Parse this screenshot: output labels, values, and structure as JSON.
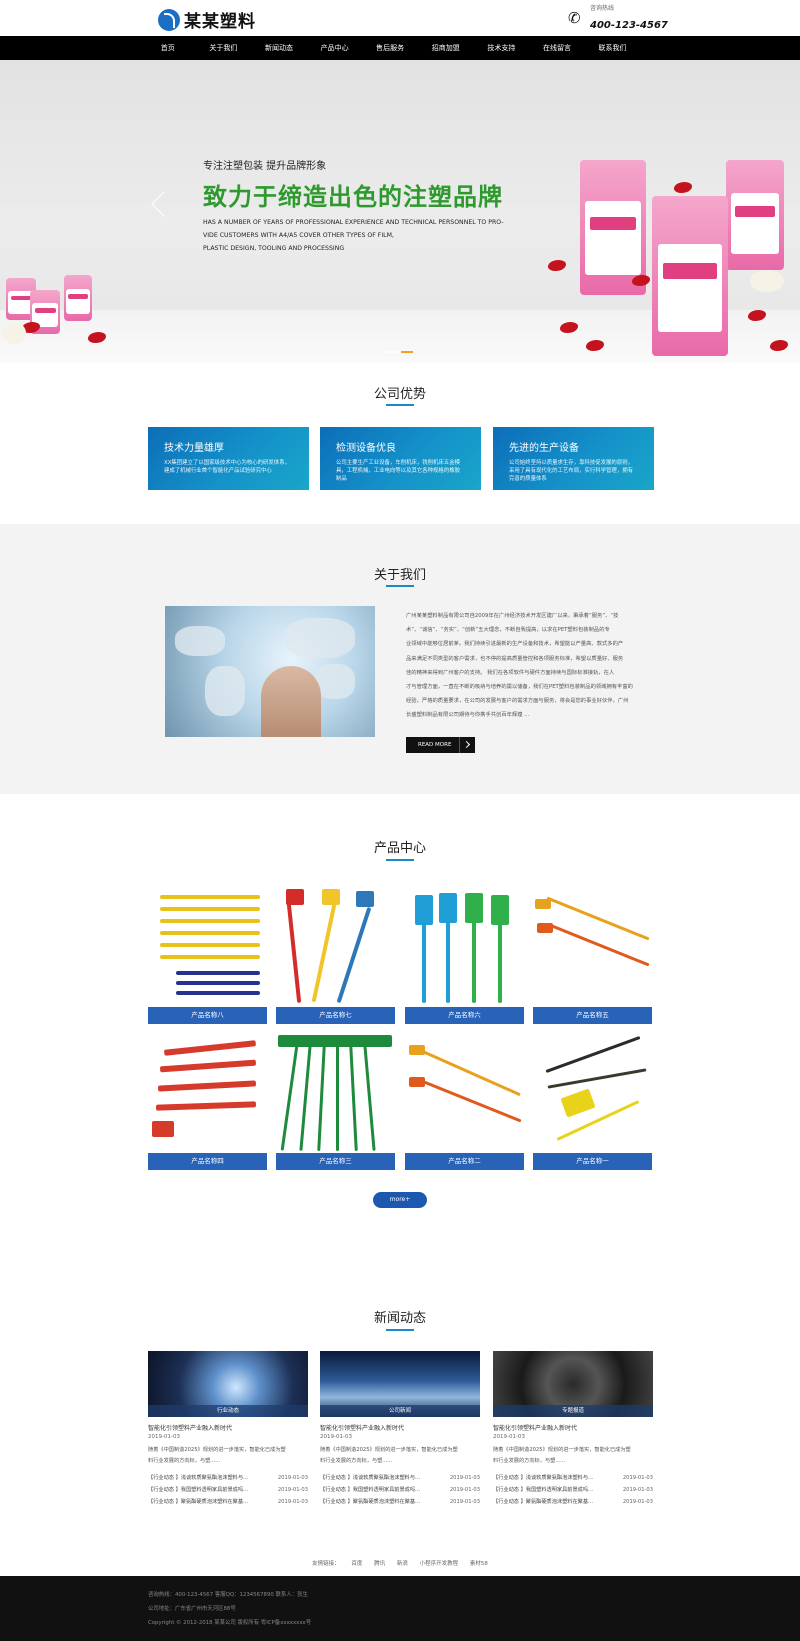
{
  "header": {
    "logo_text": "某某塑料",
    "hotline_label": "咨询热线",
    "hotline_number": "400-123-4567"
  },
  "nav": [
    "首页",
    "关于我们",
    "新闻动态",
    "产品中心",
    "售后服务",
    "招商加盟",
    "技术支持",
    "在线留言",
    "联系我们"
  ],
  "banner": {
    "subtitle": "专注注塑包装    提升品牌形象",
    "title": "致力于缔造出色的注塑品牌",
    "desc_lines": [
      "HAS A NUMBER OF YEARS OF PROFESSIONAL EXPERIENCE AND TECHNICAL PERSONNEL TO PRO-",
      "VIDE CUSTOMERS WITH A4/A5 COVER OTHER TYPES OF FILM,",
      "PLASTIC DESIGN, TOOLING AND PROCESSING"
    ],
    "slide_count": 2,
    "active_slide": 2,
    "accent_color": "#2e9a2e"
  },
  "advantages": {
    "title": "公司优势",
    "cards": [
      {
        "title": "技术力量雄厚",
        "text": "XX集团建立了以国家级技术中心为核心的研发体系，建成了机械行业首个智能化产品试验研究中心"
      },
      {
        "title": "检测设备优良",
        "text": "公司主要生产工业设备，车削机床，铣削机床五金模具，工程机械，工业电向等以及其它各种规格的橡胶制品"
      },
      {
        "title": "先进的生产设备",
        "text": "公司始终坚持以质量求生存，靠科技促发展的原则，采用了具有现代化的工艺布局，实行科学管理，拥有完善的质量体系"
      }
    ]
  },
  "about": {
    "title": "关于我们",
    "lines": [
      "广州某某塑料制品有限公司自2009年在广州经济技术开发区建厂以来，秉承着“服务”、“技",
      "术”、“诚信”、“务实”、“创新”五大理念，不断自我提高，以求在PET塑料包装制品的专",
      "业领域中能够位居前茅。我们持续引进最新的生产设备和技术，希望能以产量高、款式多的产",
      "品来满足不同类型的客户需求，也不停的提高质量管控和各项服务标准，希望以质量好、服务",
      "佳的精神来得到广州客户的支持。   我们在各项软件与硬件方面持续与国际标准接轨，在人",
      "才与管理方面，一直在不断的吸纳与培养的需以储备，我们在PET塑料包装制品的领域拥有丰富的",
      "经验，严格的质量要求，在公司的发展与客户的需求方面与服务，将会是您的事业好伙伴，广州",
      "长盛塑料制品有限公司期待与你携手共创百年辉煌 ..."
    ],
    "read_more": "READ MORE"
  },
  "products": {
    "title": "产品中心",
    "items": [
      "产品名称八",
      "产品名称七",
      "产品名称六",
      "产品名称五",
      "产品名称四",
      "产品名称三",
      "产品名称二",
      "产品名称一"
    ],
    "more_label": "more+"
  },
  "news": {
    "title": "新闻动态",
    "columns": [
      {
        "category": "行业动态",
        "headline": "智能化引领塑料产业融入新时代",
        "date": "2019-01-03",
        "summary_lines": [
          "随着《中国制造2025》规划的进一步落实，智能化已成为塑",
          "料行业发展的方向标，与塑......"
        ],
        "list": [
          {
            "title": "【行业动态 】浅谈软质聚氨酯泡沫塑料与...",
            "date": "2019-01-03"
          },
          {
            "title": "【行业动态 】我国塑料透明家具前景成吗...",
            "date": "2019-01-03"
          },
          {
            "title": "【行业动态 】聚氨酯硬质泡沫塑料在聚基...",
            "date": "2019-01-03"
          }
        ]
      },
      {
        "category": "公司新闻",
        "headline": "智能化引领塑料产业融入新时代",
        "date": "2019-01-03",
        "summary_lines": [
          "随着《中国制造2025》规划的进一步落实，智能化已成为塑",
          "料行业发展的方向标，与塑......"
        ],
        "list": [
          {
            "title": "【行业动态 】浅谈软质聚氨酯泡沫塑料与...",
            "date": "2019-01-03"
          },
          {
            "title": "【行业动态 】我国塑料透明家具前景成吗...",
            "date": "2019-01-03"
          },
          {
            "title": "【行业动态 】聚氨酯硬质泡沫塑料在聚基...",
            "date": "2019-01-03"
          }
        ]
      },
      {
        "category": "专题报道",
        "headline": "智能化引领塑料产业融入新时代",
        "date": "2019-01-03",
        "summary_lines": [
          "随着《中国制造2025》规划的进一步落实，智能化已成为塑",
          "料行业发展的方向标，与塑......"
        ],
        "list": [
          {
            "title": "【行业动态 】浅谈软质聚氨酯泡沫塑料与...",
            "date": "2019-01-03"
          },
          {
            "title": "【行业动态 】我国塑料透明家具前景成吗...",
            "date": "2019-01-03"
          },
          {
            "title": "【行业动态 】聚氨酯硬质泡沫塑料在聚基...",
            "date": "2019-01-03"
          }
        ]
      }
    ]
  },
  "links": {
    "label": "友情链接：",
    "items": [
      "百度",
      "腾讯",
      "新浪",
      "小程序开发教程",
      "素材58"
    ]
  },
  "footer": {
    "line1": "咨询热线：400-123-4567    客服QQ：1234567890    联系人：张生",
    "line2": "公司地址：广东省广州市天河区88号",
    "line3": "Copyright © 2012-2018 某某公司 版权所有  粤ICP备xxxxxxxx号"
  },
  "colors": {
    "nav_bg": "#000000",
    "card_blue": "#1491c9",
    "product_caption": "#2863b8",
    "footer_bg": "#111111"
  }
}
